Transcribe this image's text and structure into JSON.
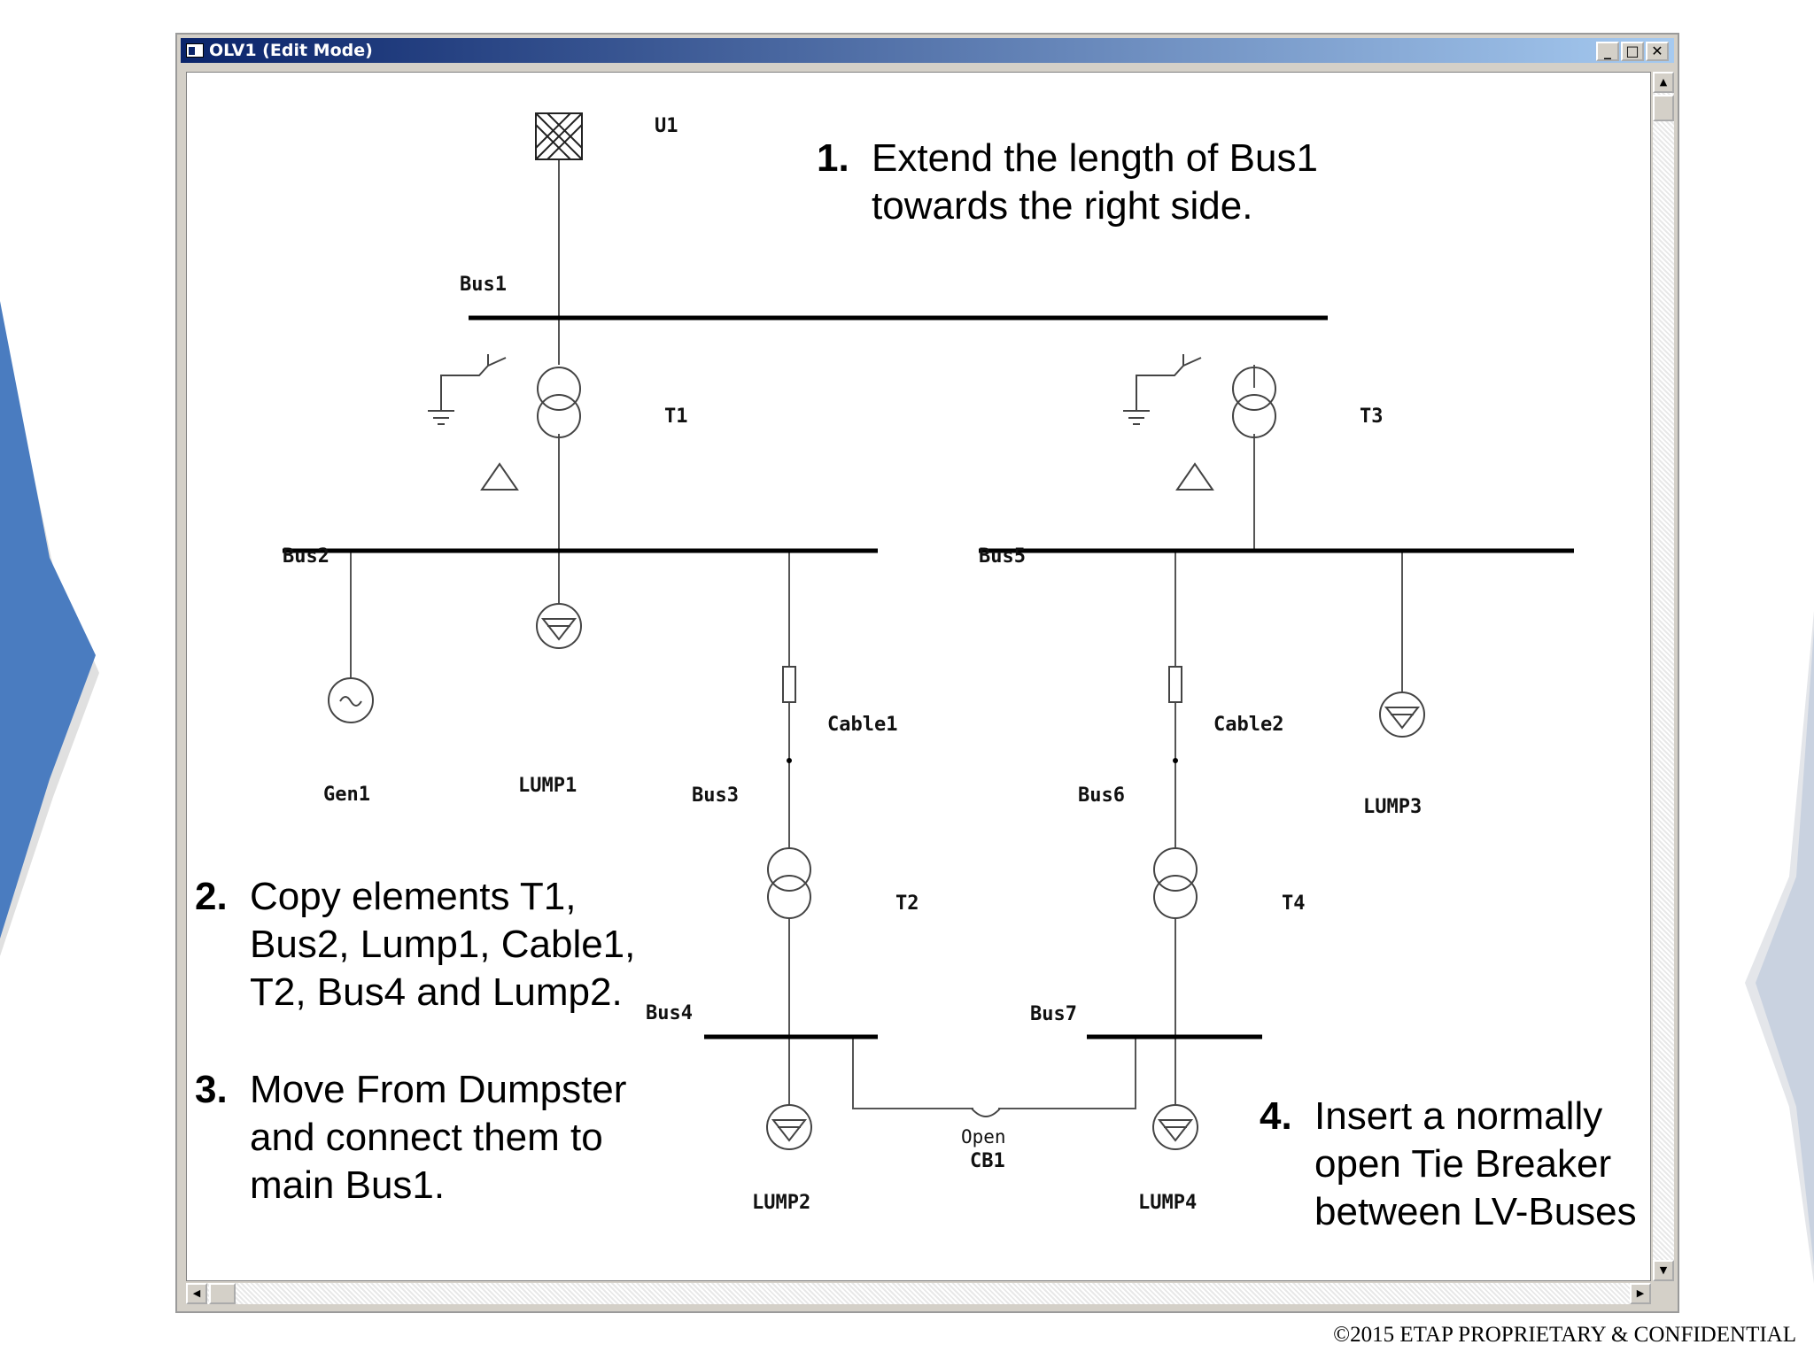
{
  "window": {
    "title": "OLV1 (Edit Mode)",
    "controls": {
      "minimize": "_",
      "maximize": "□",
      "close": "✕"
    }
  },
  "diagram": {
    "utility": {
      "label": "U1"
    },
    "buses": {
      "bus1": "Bus1",
      "bus2": "Bus2",
      "bus3": "Bus3",
      "bus4": "Bus4",
      "bus5": "Bus5",
      "bus6": "Bus6",
      "bus7": "Bus7"
    },
    "transformers": {
      "t1": "T1",
      "t2": "T2",
      "t3": "T3",
      "t4": "T4"
    },
    "cables": {
      "cable1": "Cable1",
      "cable2": "Cable2"
    },
    "generator": {
      "label": "Gen1"
    },
    "loads": {
      "lump1": "LUMP1",
      "lump2": "LUMP2",
      "lump3": "LUMP3",
      "lump4": "LUMP4"
    },
    "breaker": {
      "label": "CB1",
      "state": "Open"
    }
  },
  "instructions": [
    {
      "num": "1.",
      "text": "Extend the length of Bus1\ntowards the right side."
    },
    {
      "num": "2.",
      "text": "Copy elements T1,\nBus2, Lump1, Cable1,\nT2, Bus4 and Lump2."
    },
    {
      "num": "3.",
      "text": "Move From Dumpster\nand connect them to\nmain Bus1."
    },
    {
      "num": "4.",
      "text": "Insert a normally\nopen Tie Breaker\nbetween LV-Buses"
    }
  ],
  "footer": "©2015 ETAP PROPRIETARY & CONFIDENTIAL",
  "colors": {
    "slide_accent": "#4a7cc0",
    "title_bar": "#0a246a"
  },
  "icons": {
    "scroll_up": "▲",
    "scroll_down": "▼",
    "scroll_left": "◀",
    "scroll_right": "▶"
  }
}
